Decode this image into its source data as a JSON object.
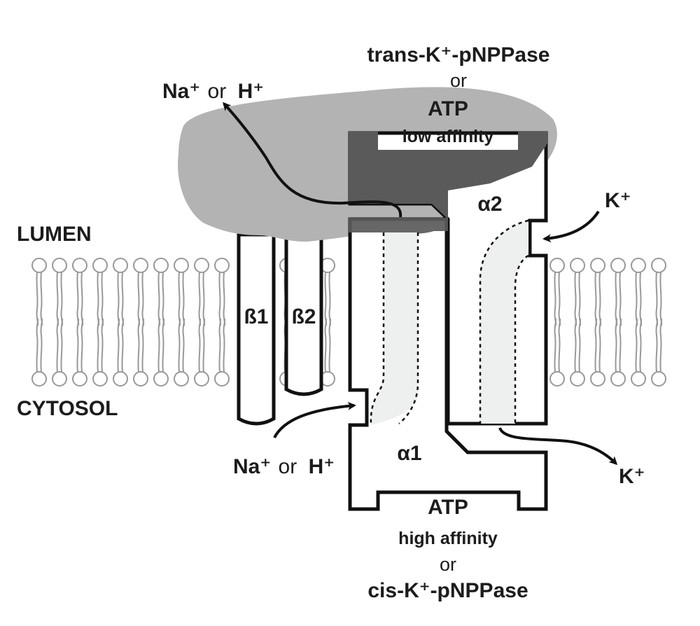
{
  "regions": {
    "lumen": "LUMEN",
    "cytosol": "CYTOSOL"
  },
  "top_labels": {
    "line1": "trans-K⁺-pNPPase",
    "or": "or",
    "atp": "ATP",
    "affinity": "low affinity"
  },
  "bottom_labels": {
    "atp": "ATP",
    "affinity": "high affinity",
    "or": "or",
    "line4": "cis-K⁺-pNPPase"
  },
  "subunits": {
    "beta1": "ß1",
    "beta2": "ß2",
    "alpha1": "α1",
    "alpha2": "α2"
  },
  "ions": {
    "na_top": {
      "na": "Na⁺",
      "or": "or",
      "h": "H⁺"
    },
    "na_bottom": {
      "na": "Na⁺",
      "or": "or",
      "h": "H⁺"
    },
    "k_top": "K⁺",
    "k_bottom": "K⁺"
  },
  "colors": {
    "outline": "#111111",
    "lumen_domain": "#b3b3b3",
    "atp_site_dark": "#5a5a5a",
    "channel_fill": "#eef0ef",
    "lipid": "#999999"
  }
}
